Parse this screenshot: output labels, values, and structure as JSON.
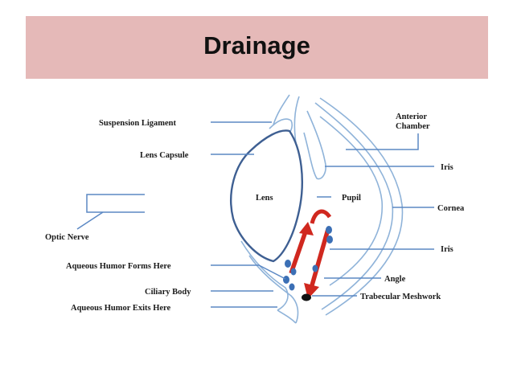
{
  "title": "Drainage",
  "colors": {
    "title_bar": "#e5b9b8",
    "eye_outline": "#8fb3d9",
    "lens_outline": "#3e5f92",
    "leader_line": "#5b88c4",
    "flow_arrow": "#d0281f",
    "droplet": "#3b6fb5"
  },
  "labels": {
    "suspension_ligament": "Suspension Ligament",
    "lens_capsule": "Lens Capsule",
    "lens": "Lens",
    "pupil": "Pupil",
    "anterior_chamber_line1": "Anterior",
    "anterior_chamber_line2": "Chamber",
    "iris_top": "Iris",
    "cornea": "Cornea",
    "optic_nerve": "Optic Nerve",
    "iris_bottom": "Iris",
    "aqueous_forms": "Aqueous Humor Forms Here",
    "angle": "Angle",
    "ciliary_body": "Ciliary Body",
    "trabecular": "Trabecular Meshwork",
    "aqueous_exits": "Aqueous Humor Exits Here"
  }
}
